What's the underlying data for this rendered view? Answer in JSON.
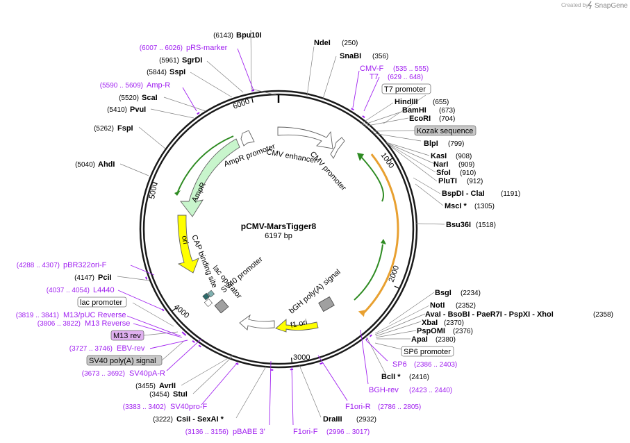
{
  "header": {
    "credit": "Created by",
    "brand": "SnapGene"
  },
  "plasmid": {
    "name": "pCMV-MarsTigger8",
    "size": "6197 bp",
    "length": 6197
  },
  "ticks": [
    "1000",
    "2000",
    "3000",
    "4000",
    "5000",
    "6000"
  ],
  "enzymes": [
    {
      "name": "Bpu10I",
      "pos": "(6143)"
    },
    {
      "name": "SgrDI",
      "pos": "(5961)"
    },
    {
      "name": "SspI",
      "pos": "(5844)"
    },
    {
      "name": "ScaI",
      "pos": "(5520)"
    },
    {
      "name": "PvuI",
      "pos": "(5410)"
    },
    {
      "name": "FspI",
      "pos": "(5262)"
    },
    {
      "name": "AhdI",
      "pos": "(5040)"
    },
    {
      "name": "NdeI",
      "pos": "(250)"
    },
    {
      "name": "SnaBI",
      "pos": "(356)"
    },
    {
      "name": "HindIII",
      "pos": "(655)"
    },
    {
      "name": "BamHI",
      "pos": "(673)"
    },
    {
      "name": "EcoRI",
      "pos": "(704)"
    },
    {
      "name": "BlpI",
      "pos": "(799)"
    },
    {
      "name": "KasI",
      "pos": "(908)"
    },
    {
      "name": "NarI",
      "pos": "(909)"
    },
    {
      "name": "SfoI",
      "pos": "(910)"
    },
    {
      "name": "PluTI",
      "pos": "(912)"
    },
    {
      "name": "BspDI - ClaI",
      "pos": "(1191)"
    },
    {
      "name": "MscI *",
      "pos": "(1305)"
    },
    {
      "name": "Bsu36I",
      "pos": "(1518)"
    },
    {
      "name": "BsgI",
      "pos": "(2234)"
    },
    {
      "name": "NotI",
      "pos": "(2352)"
    },
    {
      "name": "AvaI - BsoBI - PaeR7I - PspXI - XhoI",
      "pos": "(2358)"
    },
    {
      "name": "XbaI",
      "pos": "(2370)"
    },
    {
      "name": "PspOMI",
      "pos": "(2376)"
    },
    {
      "name": "ApaI",
      "pos": "(2380)"
    },
    {
      "name": "BclI *",
      "pos": "(2416)"
    },
    {
      "name": "DraIII",
      "pos": "(2932)"
    },
    {
      "name": "CsiI - SexAI *",
      "pos": "(3222)"
    },
    {
      "name": "AvrII",
      "pos": "(3455)"
    },
    {
      "name": "StuI",
      "pos": "(3454)"
    },
    {
      "name": "PciI",
      "pos": "(4147)"
    }
  ],
  "primers": [
    {
      "name": "pRS-marker",
      "range": "(6007 .. 6026)"
    },
    {
      "name": "Amp-R",
      "range": "(5590 .. 5609)"
    },
    {
      "name": "CMV-F",
      "range": "(535 .. 555)"
    },
    {
      "name": "T7",
      "range": "(629 .. 648)"
    },
    {
      "name": "pBR322ori-F",
      "range": "(4288 .. 4307)"
    },
    {
      "name": "L4440",
      "range": "(4037 .. 4054)"
    },
    {
      "name": "M13/pUC Reverse",
      "range": "(3819 .. 3841)"
    },
    {
      "name": "M13 Reverse",
      "range": "(3806 .. 3822)"
    },
    {
      "name": "EBV-rev",
      "range": "(3727 .. 3746)"
    },
    {
      "name": "SV40pA-R",
      "range": "(3673 .. 3692)"
    },
    {
      "name": "SV40pro-F",
      "range": "(3383 .. 3402)"
    },
    {
      "name": "pBABE 3'",
      "range": "(3136 .. 3156)"
    },
    {
      "name": "F1ori-F",
      "range": "(2996 .. 3017)"
    },
    {
      "name": "F1ori-R",
      "range": "(2786 .. 2805)"
    },
    {
      "name": "BGH-rev",
      "range": "(2423 .. 2440)"
    },
    {
      "name": "SP6",
      "range": "(2386 .. 2403)"
    }
  ],
  "boxed_labels": [
    {
      "name": "T7 promoter",
      "style": "white"
    },
    {
      "name": "Kozak sequence",
      "style": "gray"
    },
    {
      "name": "lac promoter",
      "style": "white"
    },
    {
      "name": "M13 rev",
      "style": "violet"
    },
    {
      "name": "SV40 poly(A) signal",
      "style": "gray"
    },
    {
      "name": "SP6 promoter",
      "style": "white"
    }
  ],
  "features": [
    {
      "name": "CMV enhancer"
    },
    {
      "name": "CMV promoter"
    },
    {
      "name": "AmpR promoter"
    },
    {
      "name": "AmpR"
    },
    {
      "name": "ori"
    },
    {
      "name": "CAP binding site"
    },
    {
      "name": "lac operator"
    },
    {
      "name": "SV40 promoter"
    },
    {
      "name": "bGH poly(A) signal"
    },
    {
      "name": "f1 ori"
    }
  ],
  "colors": {
    "backbone": "#1a1a1a",
    "enzyme_text": "#000000",
    "primer": "#a020f0",
    "ampr_fill": "#c8f5cc",
    "ori_fill": "#ffff00",
    "orf_orange": "#e8a030",
    "orf_green": "#2e8b22",
    "gray_box": "#c8c8c8",
    "violet_box": "#e0b0f0"
  }
}
